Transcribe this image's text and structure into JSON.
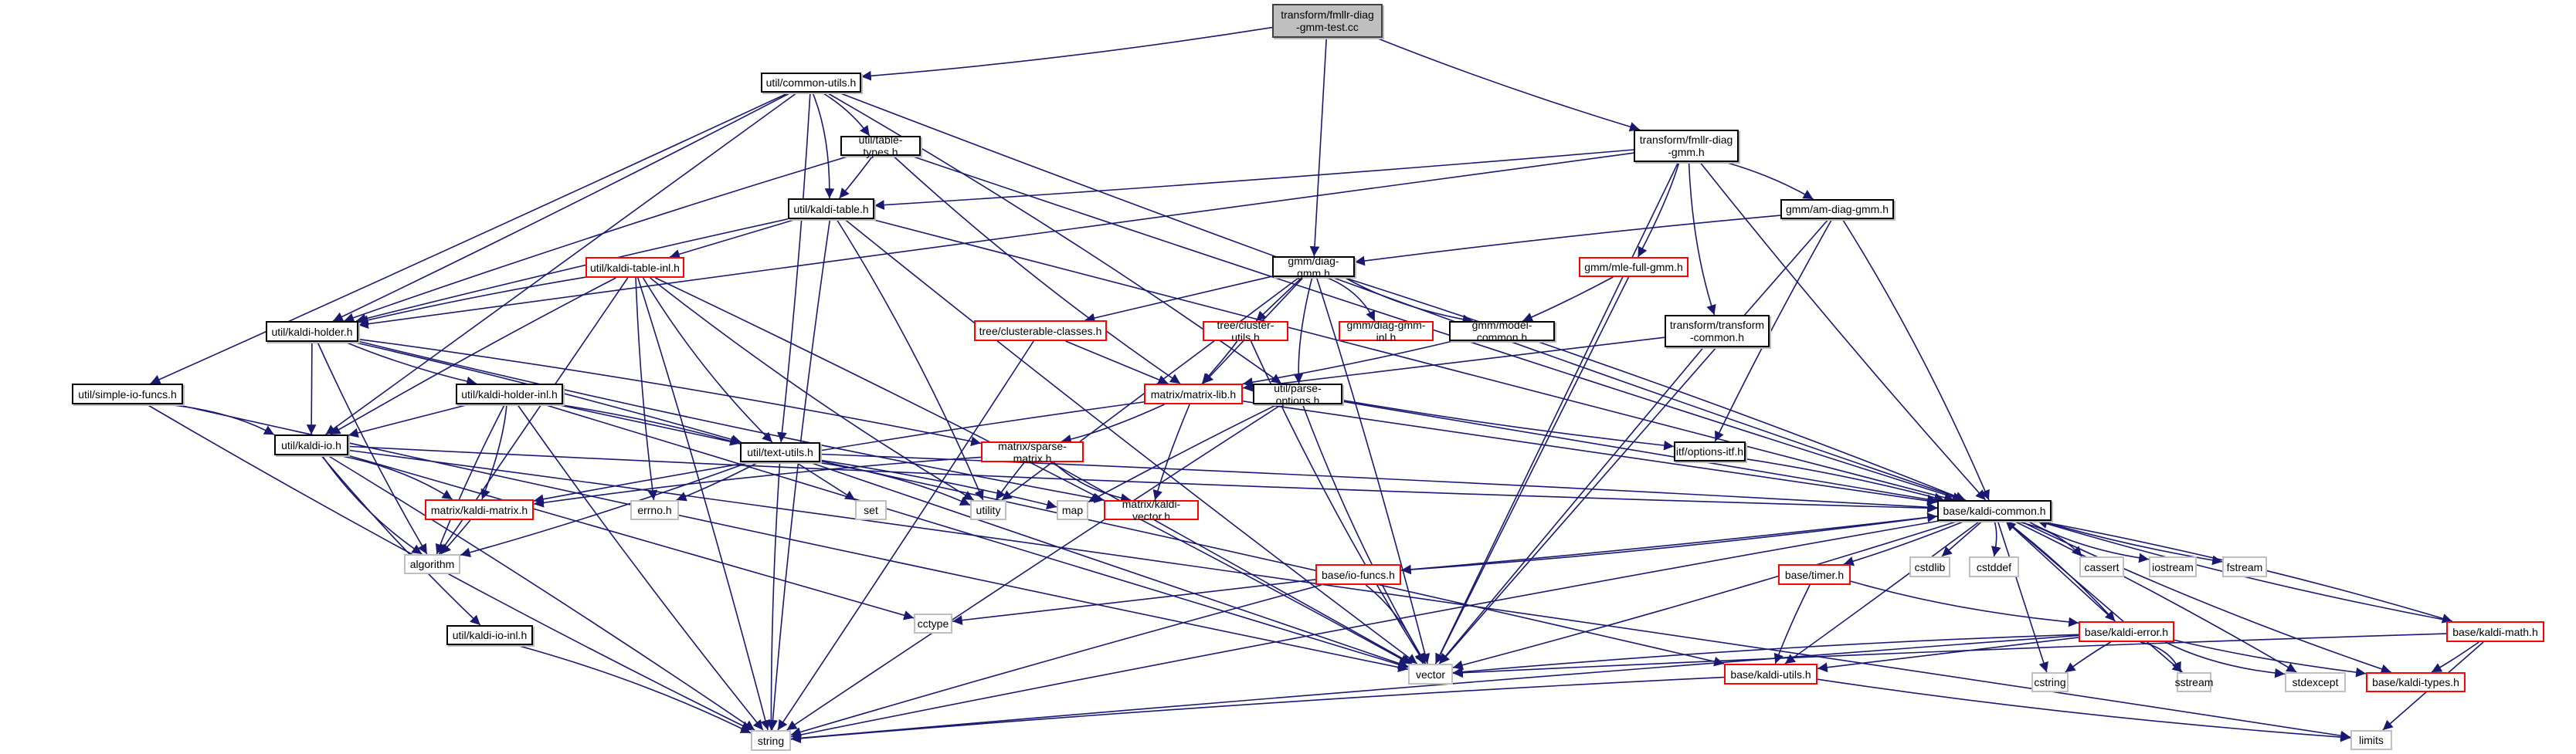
{
  "diagram": {
    "title": "transform/fmllr-diag-gmm-test.cc include dependency graph",
    "edge_color": "#191970",
    "colors": {
      "documented_border": "#000000",
      "undocumented_border": "#ff0000",
      "system_border": "#bfbfbf",
      "root_fill": "#bfbfbf"
    },
    "nodes": [
      {
        "id": "root",
        "label": "transform/fmllr-diag\n-gmm-test.cc",
        "kind": "root"
      },
      {
        "id": "common_utils",
        "label": "util/common-utils.h",
        "kind": "doc"
      },
      {
        "id": "fmllr_h",
        "label": "transform/fmllr-diag\n-gmm.h",
        "kind": "doc"
      },
      {
        "id": "table_types",
        "label": "util/table-types.h",
        "kind": "doc"
      },
      {
        "id": "kaldi_table",
        "label": "util/kaldi-table.h",
        "kind": "doc"
      },
      {
        "id": "am_diag",
        "label": "gmm/am-diag-gmm.h",
        "kind": "doc"
      },
      {
        "id": "diag_gmm",
        "label": "gmm/diag-gmm.h",
        "kind": "doc"
      },
      {
        "id": "mle_full",
        "label": "gmm/mle-full-gmm.h",
        "kind": "red"
      },
      {
        "id": "kaldi_table_inl",
        "label": "util/kaldi-table-inl.h",
        "kind": "red"
      },
      {
        "id": "kaldi_holder",
        "label": "util/kaldi-holder.h",
        "kind": "doc"
      },
      {
        "id": "clusterable",
        "label": "tree/clusterable-classes.h",
        "kind": "red"
      },
      {
        "id": "cluster_utils",
        "label": "tree/cluster-utils.h",
        "kind": "red"
      },
      {
        "id": "diag_gmm_inl",
        "label": "gmm/diag-gmm-inl.h",
        "kind": "red"
      },
      {
        "id": "model_common",
        "label": "gmm/model-common.h",
        "kind": "doc"
      },
      {
        "id": "transform_common",
        "label": "transform/transform\n-common.h",
        "kind": "doc"
      },
      {
        "id": "simple_io",
        "label": "util/simple-io-funcs.h",
        "kind": "doc"
      },
      {
        "id": "kaldi_holder_inl",
        "label": "util/kaldi-holder-inl.h",
        "kind": "doc"
      },
      {
        "id": "matrix_lib",
        "label": "matrix/matrix-lib.h",
        "kind": "red"
      },
      {
        "id": "parse_options",
        "label": "util/parse-options.h",
        "kind": "doc"
      },
      {
        "id": "options_itf",
        "label": "itf/options-itf.h",
        "kind": "doc"
      },
      {
        "id": "kaldi_io",
        "label": "util/kaldi-io.h",
        "kind": "doc"
      },
      {
        "id": "text_utils",
        "label": "util/text-utils.h",
        "kind": "doc"
      },
      {
        "id": "sparse_matrix",
        "label": "matrix/sparse-matrix.h",
        "kind": "red"
      },
      {
        "id": "kaldi_matrix",
        "label": "matrix/kaldi-matrix.h",
        "kind": "red"
      },
      {
        "id": "errno",
        "label": "errno.h",
        "kind": "sys"
      },
      {
        "id": "set",
        "label": "set",
        "kind": "sys"
      },
      {
        "id": "utility",
        "label": "utility",
        "kind": "sys"
      },
      {
        "id": "map",
        "label": "map",
        "kind": "sys"
      },
      {
        "id": "kaldi_vector",
        "label": "matrix/kaldi-vector.h",
        "kind": "red"
      },
      {
        "id": "kaldi_common",
        "label": "base/kaldi-common.h",
        "kind": "doc"
      },
      {
        "id": "algorithm",
        "label": "algorithm",
        "kind": "sys"
      },
      {
        "id": "io_funcs",
        "label": "base/io-funcs.h",
        "kind": "red"
      },
      {
        "id": "timer",
        "label": "base/timer.h",
        "kind": "red"
      },
      {
        "id": "cstdlib",
        "label": "cstdlib",
        "kind": "sys"
      },
      {
        "id": "cstddef",
        "label": "cstddef",
        "kind": "sys"
      },
      {
        "id": "cassert",
        "label": "cassert",
        "kind": "sys"
      },
      {
        "id": "iostream",
        "label": "iostream",
        "kind": "sys"
      },
      {
        "id": "fstream",
        "label": "fstream",
        "kind": "sys"
      },
      {
        "id": "util_kaldi_io_inl",
        "label": "util/kaldi-io-inl.h",
        "kind": "doc"
      },
      {
        "id": "cctype",
        "label": "cctype",
        "kind": "sys"
      },
      {
        "id": "kaldi_error",
        "label": "base/kaldi-error.h",
        "kind": "red"
      },
      {
        "id": "kaldi_math",
        "label": "base/kaldi-math.h",
        "kind": "red"
      },
      {
        "id": "vector",
        "label": "vector",
        "kind": "sys"
      },
      {
        "id": "kaldi_utils",
        "label": "base/kaldi-utils.h",
        "kind": "red"
      },
      {
        "id": "cstring",
        "label": "cstring",
        "kind": "sys"
      },
      {
        "id": "sstream",
        "label": "sstream",
        "kind": "sys"
      },
      {
        "id": "stdexcept",
        "label": "stdexcept",
        "kind": "sys"
      },
      {
        "id": "kaldi_types",
        "label": "base/kaldi-types.h",
        "kind": "red"
      },
      {
        "id": "string",
        "label": "string",
        "kind": "sys"
      },
      {
        "id": "limits",
        "label": "limits",
        "kind": "sys"
      }
    ],
    "edges": [
      [
        "root",
        "common_utils"
      ],
      [
        "root",
        "fmllr_h"
      ],
      [
        "root",
        "diag_gmm"
      ],
      [
        "common_utils",
        "table_types"
      ],
      [
        "common_utils",
        "kaldi_table"
      ],
      [
        "common_utils",
        "kaldi_holder"
      ],
      [
        "common_utils",
        "simple_io"
      ],
      [
        "common_utils",
        "kaldi_io"
      ],
      [
        "common_utils",
        "text_utils"
      ],
      [
        "common_utils",
        "parse_options"
      ],
      [
        "common_utils",
        "kaldi_common"
      ],
      [
        "fmllr_h",
        "kaldi_table"
      ],
      [
        "fmllr_h",
        "kaldi_holder"
      ],
      [
        "fmllr_h",
        "am_diag"
      ],
      [
        "fmllr_h",
        "mle_full"
      ],
      [
        "fmllr_h",
        "transform_common"
      ],
      [
        "fmllr_h",
        "kaldi_common"
      ],
      [
        "fmllr_h",
        "vector"
      ],
      [
        "table_types",
        "kaldi_table"
      ],
      [
        "table_types",
        "kaldi_holder"
      ],
      [
        "table_types",
        "matrix_lib"
      ],
      [
        "table_types",
        "kaldi_common"
      ],
      [
        "kaldi_table",
        "kaldi_table_inl"
      ],
      [
        "kaldi_table",
        "kaldi_holder"
      ],
      [
        "kaldi_table",
        "utility"
      ],
      [
        "kaldi_table",
        "string"
      ],
      [
        "kaldi_table",
        "vector"
      ],
      [
        "kaldi_table",
        "kaldi_common"
      ],
      [
        "am_diag",
        "diag_gmm"
      ],
      [
        "am_diag",
        "kaldi_common"
      ],
      [
        "am_diag",
        "options_itf"
      ],
      [
        "am_diag",
        "vector"
      ],
      [
        "diag_gmm",
        "clusterable"
      ],
      [
        "diag_gmm",
        "cluster_utils"
      ],
      [
        "diag_gmm",
        "diag_gmm_inl"
      ],
      [
        "diag_gmm",
        "model_common"
      ],
      [
        "diag_gmm",
        "matrix_lib"
      ],
      [
        "diag_gmm",
        "utility"
      ],
      [
        "diag_gmm",
        "vector"
      ],
      [
        "diag_gmm",
        "kaldi_common"
      ],
      [
        "diag_gmm",
        "parse_options"
      ],
      [
        "mle_full",
        "model_common"
      ],
      [
        "mle_full",
        "vector"
      ],
      [
        "kaldi_table_inl",
        "kaldi_holder"
      ],
      [
        "kaldi_table_inl",
        "kaldi_io"
      ],
      [
        "kaldi_table_inl",
        "text_utils"
      ],
      [
        "kaldi_table_inl",
        "errno"
      ],
      [
        "kaldi_table_inl",
        "algorithm"
      ],
      [
        "kaldi_table_inl",
        "string"
      ],
      [
        "kaldi_table_inl",
        "vector"
      ],
      [
        "kaldi_table_inl",
        "utility"
      ],
      [
        "kaldi_holder",
        "kaldi_holder_inl"
      ],
      [
        "kaldi_holder",
        "kaldi_io"
      ],
      [
        "kaldi_holder",
        "text_utils"
      ],
      [
        "kaldi_holder",
        "sparse_matrix"
      ],
      [
        "kaldi_holder",
        "kaldi_vector"
      ],
      [
        "kaldi_holder",
        "algorithm"
      ],
      [
        "clusterable",
        "matrix_lib"
      ],
      [
        "clusterable",
        "string"
      ],
      [
        "cluster_utils",
        "matrix_lib"
      ],
      [
        "cluster_utils",
        "vector"
      ],
      [
        "model_common",
        "matrix_lib"
      ],
      [
        "transform_common",
        "matrix_lib"
      ],
      [
        "transform_common",
        "vector"
      ],
      [
        "simple_io",
        "kaldi_io"
      ],
      [
        "simple_io",
        "string"
      ],
      [
        "simple_io",
        "vector"
      ],
      [
        "kaldi_holder_inl",
        "kaldi_io"
      ],
      [
        "kaldi_holder_inl",
        "text_utils"
      ],
      [
        "kaldi_holder_inl",
        "kaldi_matrix"
      ],
      [
        "kaldi_holder_inl",
        "algorithm"
      ],
      [
        "kaldi_holder_inl",
        "string"
      ],
      [
        "kaldi_holder_inl",
        "vector"
      ],
      [
        "kaldi_holder_inl",
        "kaldi_utils"
      ],
      [
        "matrix_lib",
        "kaldi_matrix"
      ],
      [
        "matrix_lib",
        "sparse_matrix"
      ],
      [
        "matrix_lib",
        "kaldi_vector"
      ],
      [
        "matrix_lib",
        "kaldi_common"
      ],
      [
        "parse_options",
        "map"
      ],
      [
        "parse_options",
        "string"
      ],
      [
        "parse_options",
        "vector"
      ],
      [
        "parse_options",
        "options_itf"
      ],
      [
        "parse_options",
        "kaldi_common"
      ],
      [
        "options_itf",
        "kaldi_common"
      ],
      [
        "kaldi_io",
        "kaldi_matrix"
      ],
      [
        "kaldi_io",
        "algorithm"
      ],
      [
        "kaldi_io",
        "util_kaldi_io_inl"
      ],
      [
        "kaldi_io",
        "cctype"
      ],
      [
        "kaldi_io",
        "string"
      ],
      [
        "kaldi_io",
        "limits"
      ],
      [
        "kaldi_io",
        "kaldi_common"
      ],
      [
        "text_utils",
        "errno"
      ],
      [
        "text_utils",
        "set"
      ],
      [
        "text_utils",
        "map"
      ],
      [
        "text_utils",
        "utility"
      ],
      [
        "text_utils",
        "algorithm"
      ],
      [
        "text_utils",
        "string"
      ],
      [
        "text_utils",
        "vector"
      ],
      [
        "text_utils",
        "kaldi_common"
      ],
      [
        "sparse_matrix",
        "kaldi_matrix"
      ],
      [
        "sparse_matrix",
        "kaldi_vector"
      ],
      [
        "sparse_matrix",
        "utility"
      ],
      [
        "sparse_matrix",
        "vector"
      ],
      [
        "kaldi_matrix",
        "algorithm"
      ],
      [
        "util_kaldi_io_inl",
        "string"
      ],
      [
        "kaldi_common",
        "io_funcs"
      ],
      [
        "kaldi_common",
        "timer"
      ],
      [
        "kaldi_common",
        "cstdlib"
      ],
      [
        "kaldi_common",
        "cstddef"
      ],
      [
        "kaldi_common",
        "cassert"
      ],
      [
        "kaldi_common",
        "iostream"
      ],
      [
        "kaldi_common",
        "fstream"
      ],
      [
        "kaldi_common",
        "cstring"
      ],
      [
        "kaldi_common",
        "kaldi_error"
      ],
      [
        "kaldi_common",
        "kaldi_math"
      ],
      [
        "kaldi_common",
        "kaldi_types"
      ],
      [
        "kaldi_common",
        "kaldi_utils"
      ],
      [
        "kaldi_common",
        "sstream"
      ],
      [
        "kaldi_common",
        "stdexcept"
      ],
      [
        "kaldi_common",
        "string"
      ],
      [
        "kaldi_common",
        "vector"
      ],
      [
        "io_funcs",
        "kaldi_common"
      ],
      [
        "io_funcs",
        "cctype"
      ],
      [
        "io_funcs",
        "string"
      ],
      [
        "io_funcs",
        "vector"
      ],
      [
        "timer",
        "kaldi_error"
      ],
      [
        "timer",
        "kaldi_utils"
      ],
      [
        "kaldi_error",
        "kaldi_common"
      ],
      [
        "kaldi_error",
        "cstring"
      ],
      [
        "kaldi_error",
        "sstream"
      ],
      [
        "kaldi_error",
        "stdexcept"
      ],
      [
        "kaldi_error",
        "kaldi_types"
      ],
      [
        "kaldi_error",
        "kaldi_utils"
      ],
      [
        "kaldi_error",
        "string"
      ],
      [
        "kaldi_error",
        "vector"
      ],
      [
        "kaldi_math",
        "kaldi_common"
      ],
      [
        "kaldi_math",
        "kaldi_types"
      ],
      [
        "kaldi_math",
        "limits"
      ],
      [
        "kaldi_math",
        "vector"
      ],
      [
        "kaldi_utils",
        "string"
      ],
      [
        "kaldi_utils",
        "limits"
      ]
    ]
  }
}
